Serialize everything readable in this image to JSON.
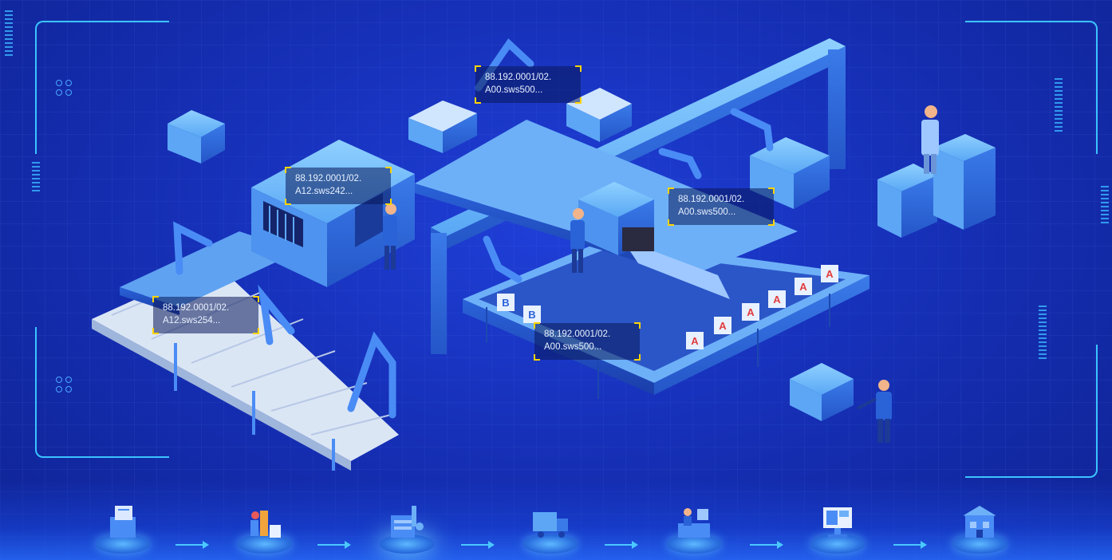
{
  "labels": [
    {
      "line1": "88.192.0001/02.",
      "line2": "A00.sws500..."
    },
    {
      "line1": "88.192.0001/02.",
      "line2": "A12.sws242..."
    },
    {
      "line1": "88.192.0001/02.",
      "line2": "A00.sws500..."
    },
    {
      "line1": "88.192.0001/02.",
      "line2": "A12.sws254..."
    },
    {
      "line1": "88.192.0001/02.",
      "line2": "A00.sws500..."
    }
  ],
  "crate_letters": [
    "B",
    "B",
    "A",
    "A",
    "A",
    "A",
    "A",
    "A"
  ],
  "stages": [
    {
      "icon": "monitor-stand-icon"
    },
    {
      "icon": "data-report-icon"
    },
    {
      "icon": "factory-production-icon"
    },
    {
      "icon": "truck-icon"
    },
    {
      "icon": "operator-station-icon"
    },
    {
      "icon": "dashboard-screen-icon"
    },
    {
      "icon": "storefront-icon"
    }
  ],
  "colors": {
    "accent": "#3ac4ff",
    "highlight": "#ffd400",
    "machine": "#4a8cf5"
  }
}
